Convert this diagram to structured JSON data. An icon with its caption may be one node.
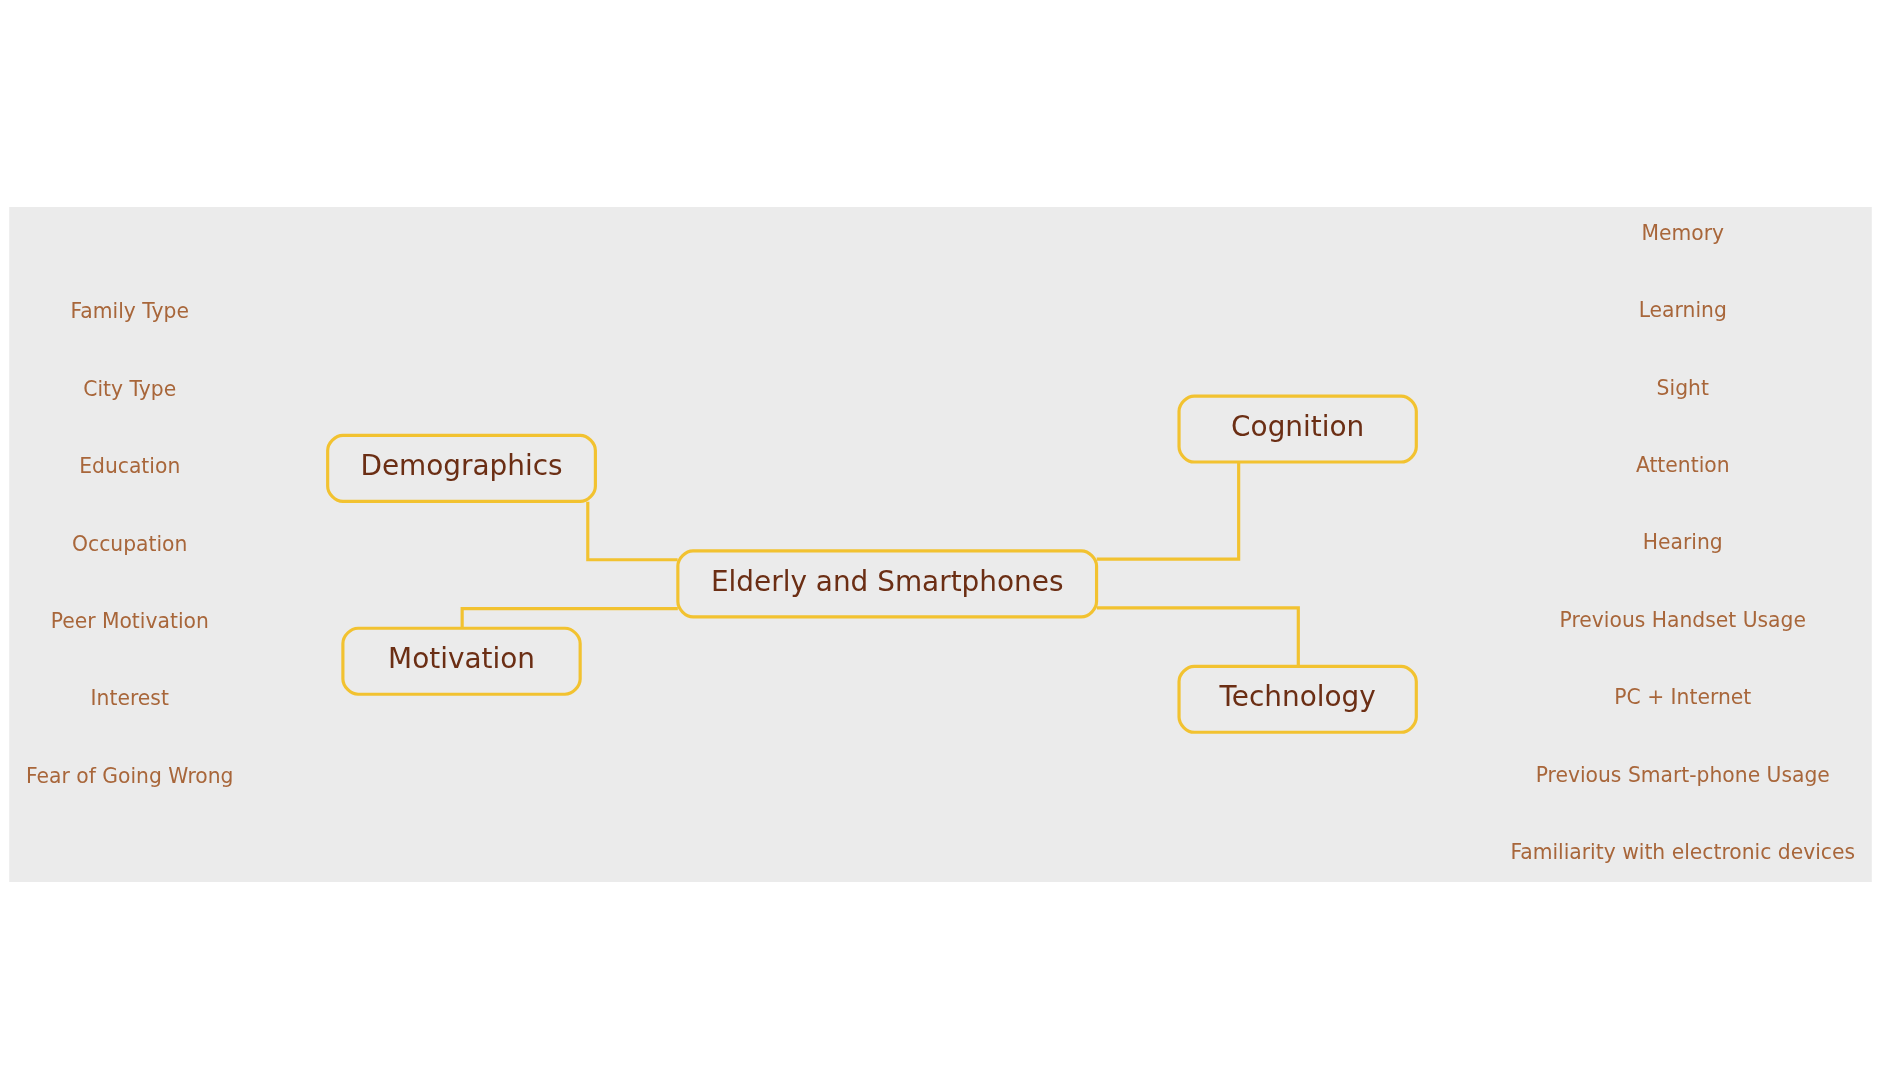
{
  "diagram": {
    "nodes": [
      {
        "text": [
          "Elderly and Smartphones"
        ]
      },
      {
        "text": [
          "Demographics"
        ],
        "beside": [
          "Family Type",
          "City Type",
          "Education",
          "Occupation"
        ]
      },
      {
        "text": [
          "Cognition"
        ],
        "beside": [
          "Memory",
          "Learning",
          "Sight",
          "Attention",
          "Hearing"
        ]
      },
      {
        "text": [
          "Motivation"
        ],
        "beside": [
          "Peer Motivation",
          "Interest",
          "Fear of Going Wrong"
        ]
      },
      {
        "text": [
          "Technology"
        ],
        "beside": [
          "Previous Handset Usage",
          "PC + Internet",
          "Previous Smart-phone Usage",
          "Familiarity with electronic devices"
        ]
      }
    ],
    "edges": [
      {
        "from": 1,
        "to": 0,
        "arrow": "none"
      },
      {
        "from": 0,
        "to": 2,
        "arrow": "none"
      },
      {
        "from": 3,
        "to": 0,
        "arrow": "none"
      },
      {
        "from": 0,
        "to": 4,
        "arrow": "none"
      }
    ]
  }
}
